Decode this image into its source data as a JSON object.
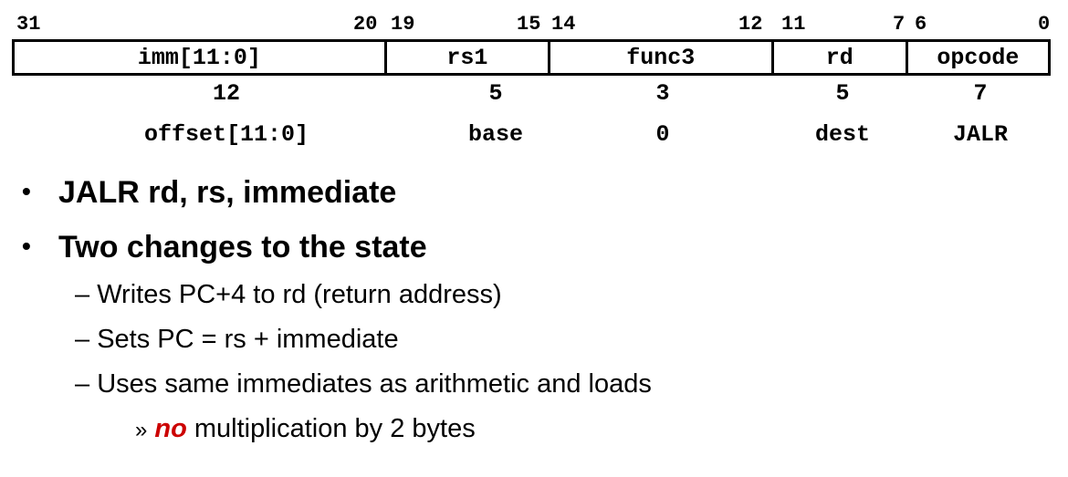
{
  "bit_numbers": {
    "b31": "31",
    "b20": "20",
    "b19": "19",
    "b15": "15",
    "b14": "14",
    "b12": "12",
    "b11": "11",
    "b7": "7",
    "b6": "6",
    "b0": "0"
  },
  "fields": [
    {
      "name": "imm[11:0]",
      "width": "12",
      "meaning": "offset[11:0]"
    },
    {
      "name": "rs1",
      "width": "5",
      "meaning": "base"
    },
    {
      "name": "func3",
      "width": "3",
      "meaning": "0"
    },
    {
      "name": "rd",
      "width": "5",
      "meaning": "dest"
    },
    {
      "name": "opcode",
      "width": "7",
      "meaning": "JALR"
    }
  ],
  "bullets": {
    "b1": "JALR rd, rs, immediate",
    "b2": "Two changes to the state",
    "dot": "•",
    "sub_marker": "–",
    "sub1": "Writes PC+4 to rd (return address)",
    "sub2": "Sets PC = rs + immediate",
    "sub3": "Uses same immediates as arithmetic and loads",
    "subsub_marker": "»",
    "subsub_emph": "no",
    "subsub_rest": " multiplication by 2 bytes"
  }
}
